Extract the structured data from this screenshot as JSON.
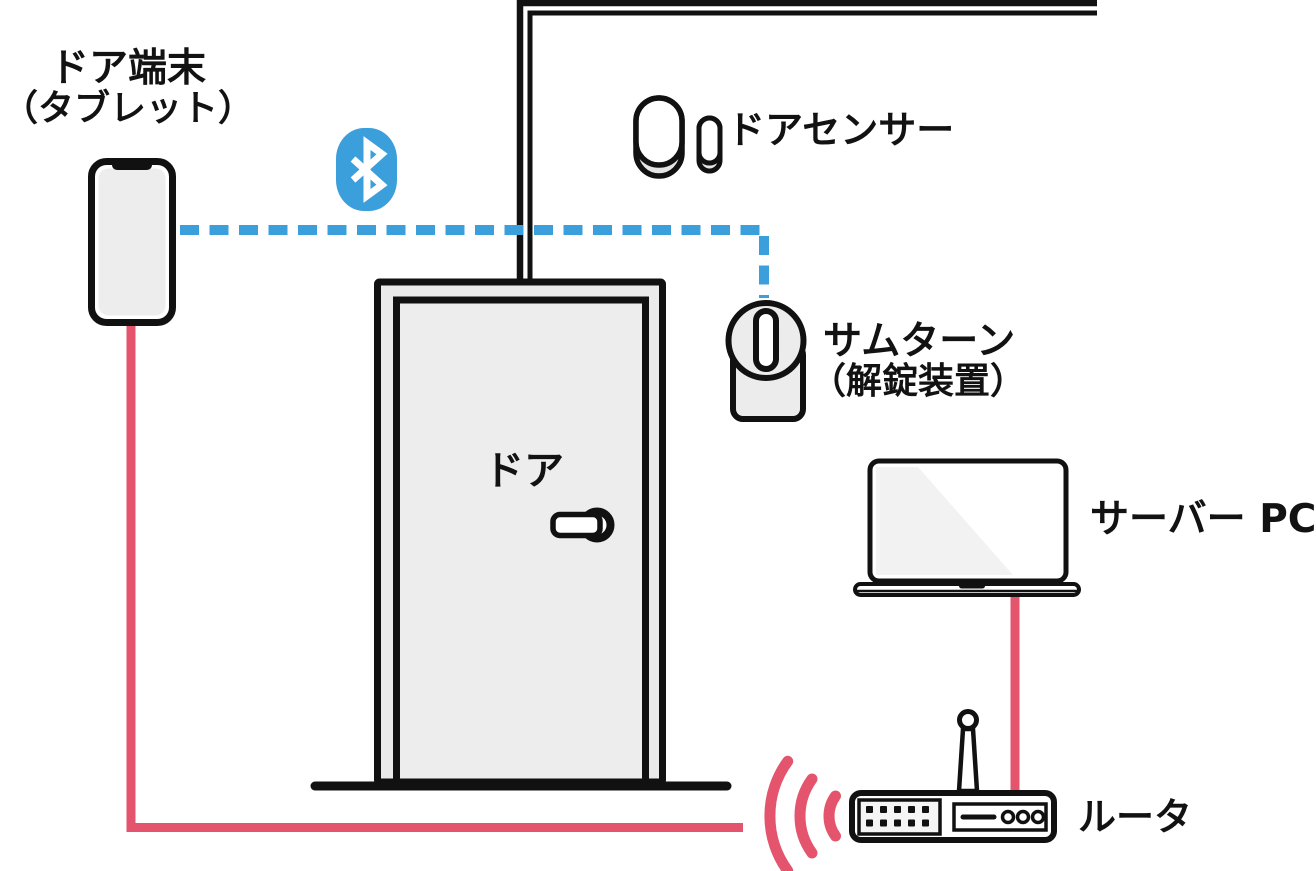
{
  "diagram_type": "smart-door-lock-system-architecture",
  "colors": {
    "background": "#ffffff",
    "line_black": "#111111",
    "bluetooth_blue": "#3B9FDC",
    "connection_red": "#E4546D",
    "fill_gray": "#ECECEC",
    "reflection_gray": "#F2F2F2"
  },
  "labels": {
    "door_terminal": {
      "line1": "ドア端末",
      "line2": "（タブレット）"
    },
    "door_sensor": "ドアセンサー",
    "thumbturn": {
      "line1": "サムターン",
      "line2": "（解錠装置）"
    },
    "door": "ドア",
    "server_pc": "サーバー PC",
    "router": "ルータ"
  },
  "nodes": [
    {
      "id": "door-terminal-tablet",
      "label": "ドア端末（タブレット）",
      "icon": "smartphone-tablet-icon"
    },
    {
      "id": "door-sensor",
      "label": "ドアセンサー",
      "icon": "door-sensor-icon"
    },
    {
      "id": "thumbturn",
      "label": "サムターン（解錠装置）",
      "icon": "thumbturn-icon"
    },
    {
      "id": "door",
      "label": "ドア",
      "icon": "door-icon"
    },
    {
      "id": "server-pc",
      "label": "サーバー PC",
      "icon": "laptop-icon"
    },
    {
      "id": "router",
      "label": "ルータ",
      "icon": "router-icon"
    }
  ],
  "connections": [
    {
      "from": "door-terminal-tablet",
      "to": "thumbturn",
      "type": "bluetooth",
      "style": "dashed",
      "color": "#3B9FDC"
    },
    {
      "from": "door-terminal-tablet",
      "to": "router",
      "type": "wired-lan",
      "style": "solid",
      "color": "#E4546D"
    },
    {
      "from": "server-pc",
      "to": "router",
      "type": "wired-lan",
      "style": "solid",
      "color": "#E4546D"
    },
    {
      "from": "router",
      "to": "wireless-area",
      "type": "wifi-waves",
      "style": "arcs",
      "color": "#E4546D"
    }
  ]
}
